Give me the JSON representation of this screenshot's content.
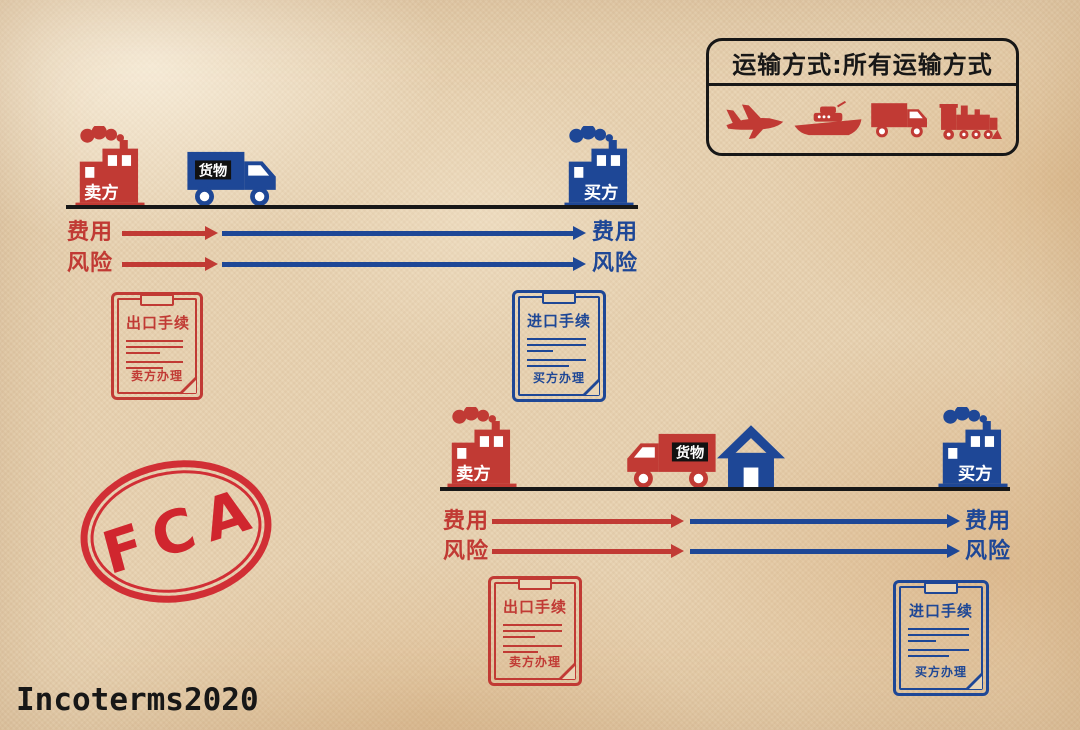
{
  "colors": {
    "red": "#c13a34",
    "blue": "#1e4796",
    "stamp_red": "#d0262e",
    "ink": "#171717",
    "paper": "#e9d5b6"
  },
  "transport_box": {
    "title": "运输方式:所有运输方式",
    "icons": [
      "airplane-icon",
      "ship-icon",
      "truck-icon",
      "train-icon"
    ]
  },
  "labels": {
    "seller": "卖方",
    "buyer": "买方",
    "cargo": "货物",
    "cost": "费用",
    "risk": "风险"
  },
  "documents": {
    "export": {
      "title": "出口手续",
      "handler": "卖方办理"
    },
    "import": {
      "title": "进口手续",
      "handler": "买方办理"
    }
  },
  "stamp": {
    "text": "FCA"
  },
  "footer": {
    "brand": "Incoterms2020"
  }
}
